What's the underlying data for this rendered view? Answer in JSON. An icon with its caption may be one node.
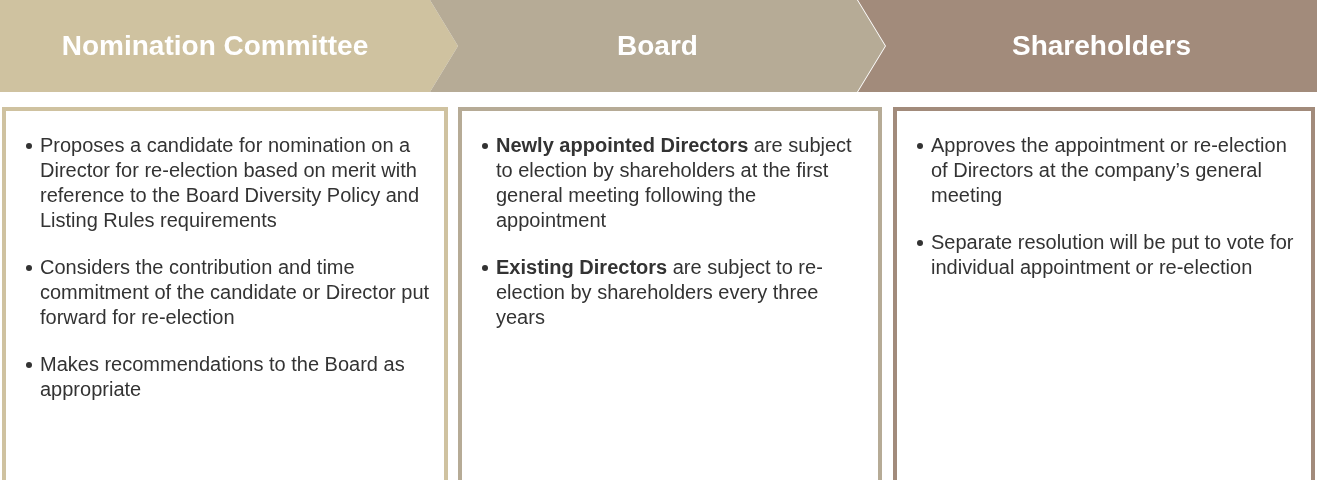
{
  "diagram": {
    "nodes": [
      {
        "text": [
          "Nomination Committee"
        ]
      },
      {
        "text": [
          "Proposes a candidate for nomination on a Director for re-election based on merit with reference to the Board Diversity Policy and Listing Rules requirements",
          "Considers the contribution and time commitment of the candidate or Director put forward for re-election",
          "Makes recommendations to the Board as appropriate"
        ]
      },
      {
        "text": [
          "Board"
        ]
      },
      {
        "text": [
          "**Newly appointed Directors** are subject to election by shareholders at the first general meeting following the appointment",
          "**Existing Directors** are subject to re-election by shareholders every three years"
        ]
      },
      {
        "text": [
          "Shareholders"
        ]
      },
      {
        "text": [
          "Approves the appointment or re-election of Directors at the company’s general meeting",
          "Separate resolution will be put to vote for individual appointment or re-election"
        ]
      }
    ]
  }
}
